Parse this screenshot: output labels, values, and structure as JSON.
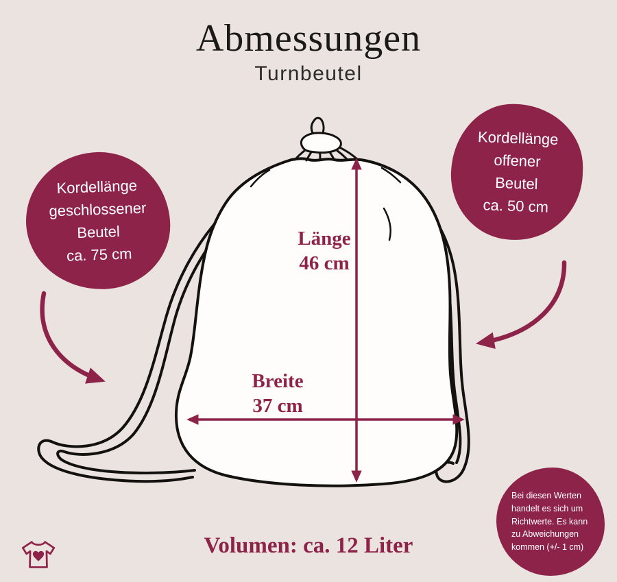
{
  "page": {
    "title": "Abmessungen",
    "subtitle": "Turnbeutel"
  },
  "measurements": {
    "length": {
      "label": "Länge",
      "value": "46 cm"
    },
    "width": {
      "label": "Breite",
      "value": "37 cm"
    },
    "volume": "Volumen: ca. 12 Liter"
  },
  "callouts": {
    "closed_cord": {
      "lines": [
        "Kordellänge",
        "geschlossener",
        "Beutel",
        "ca. 75 cm"
      ]
    },
    "open_cord": {
      "lines": [
        "Kordellänge",
        "offener",
        "Beutel",
        "ca. 50 cm"
      ]
    },
    "disclaimer": {
      "lines": [
        "Bei diesen Werten",
        "handelt es sich um",
        "Richtwerte. Es kann",
        "zu Abweichungen",
        "kommen (+/- 1 cm)"
      ]
    }
  },
  "icons": {
    "logo": "tshirt-heart-logo"
  },
  "colors": {
    "background": "#ebe3e0",
    "accent": "#8e2349",
    "ink": "#14120f",
    "bag_fill": "#fffdfb",
    "text_white": "#ffffff"
  }
}
